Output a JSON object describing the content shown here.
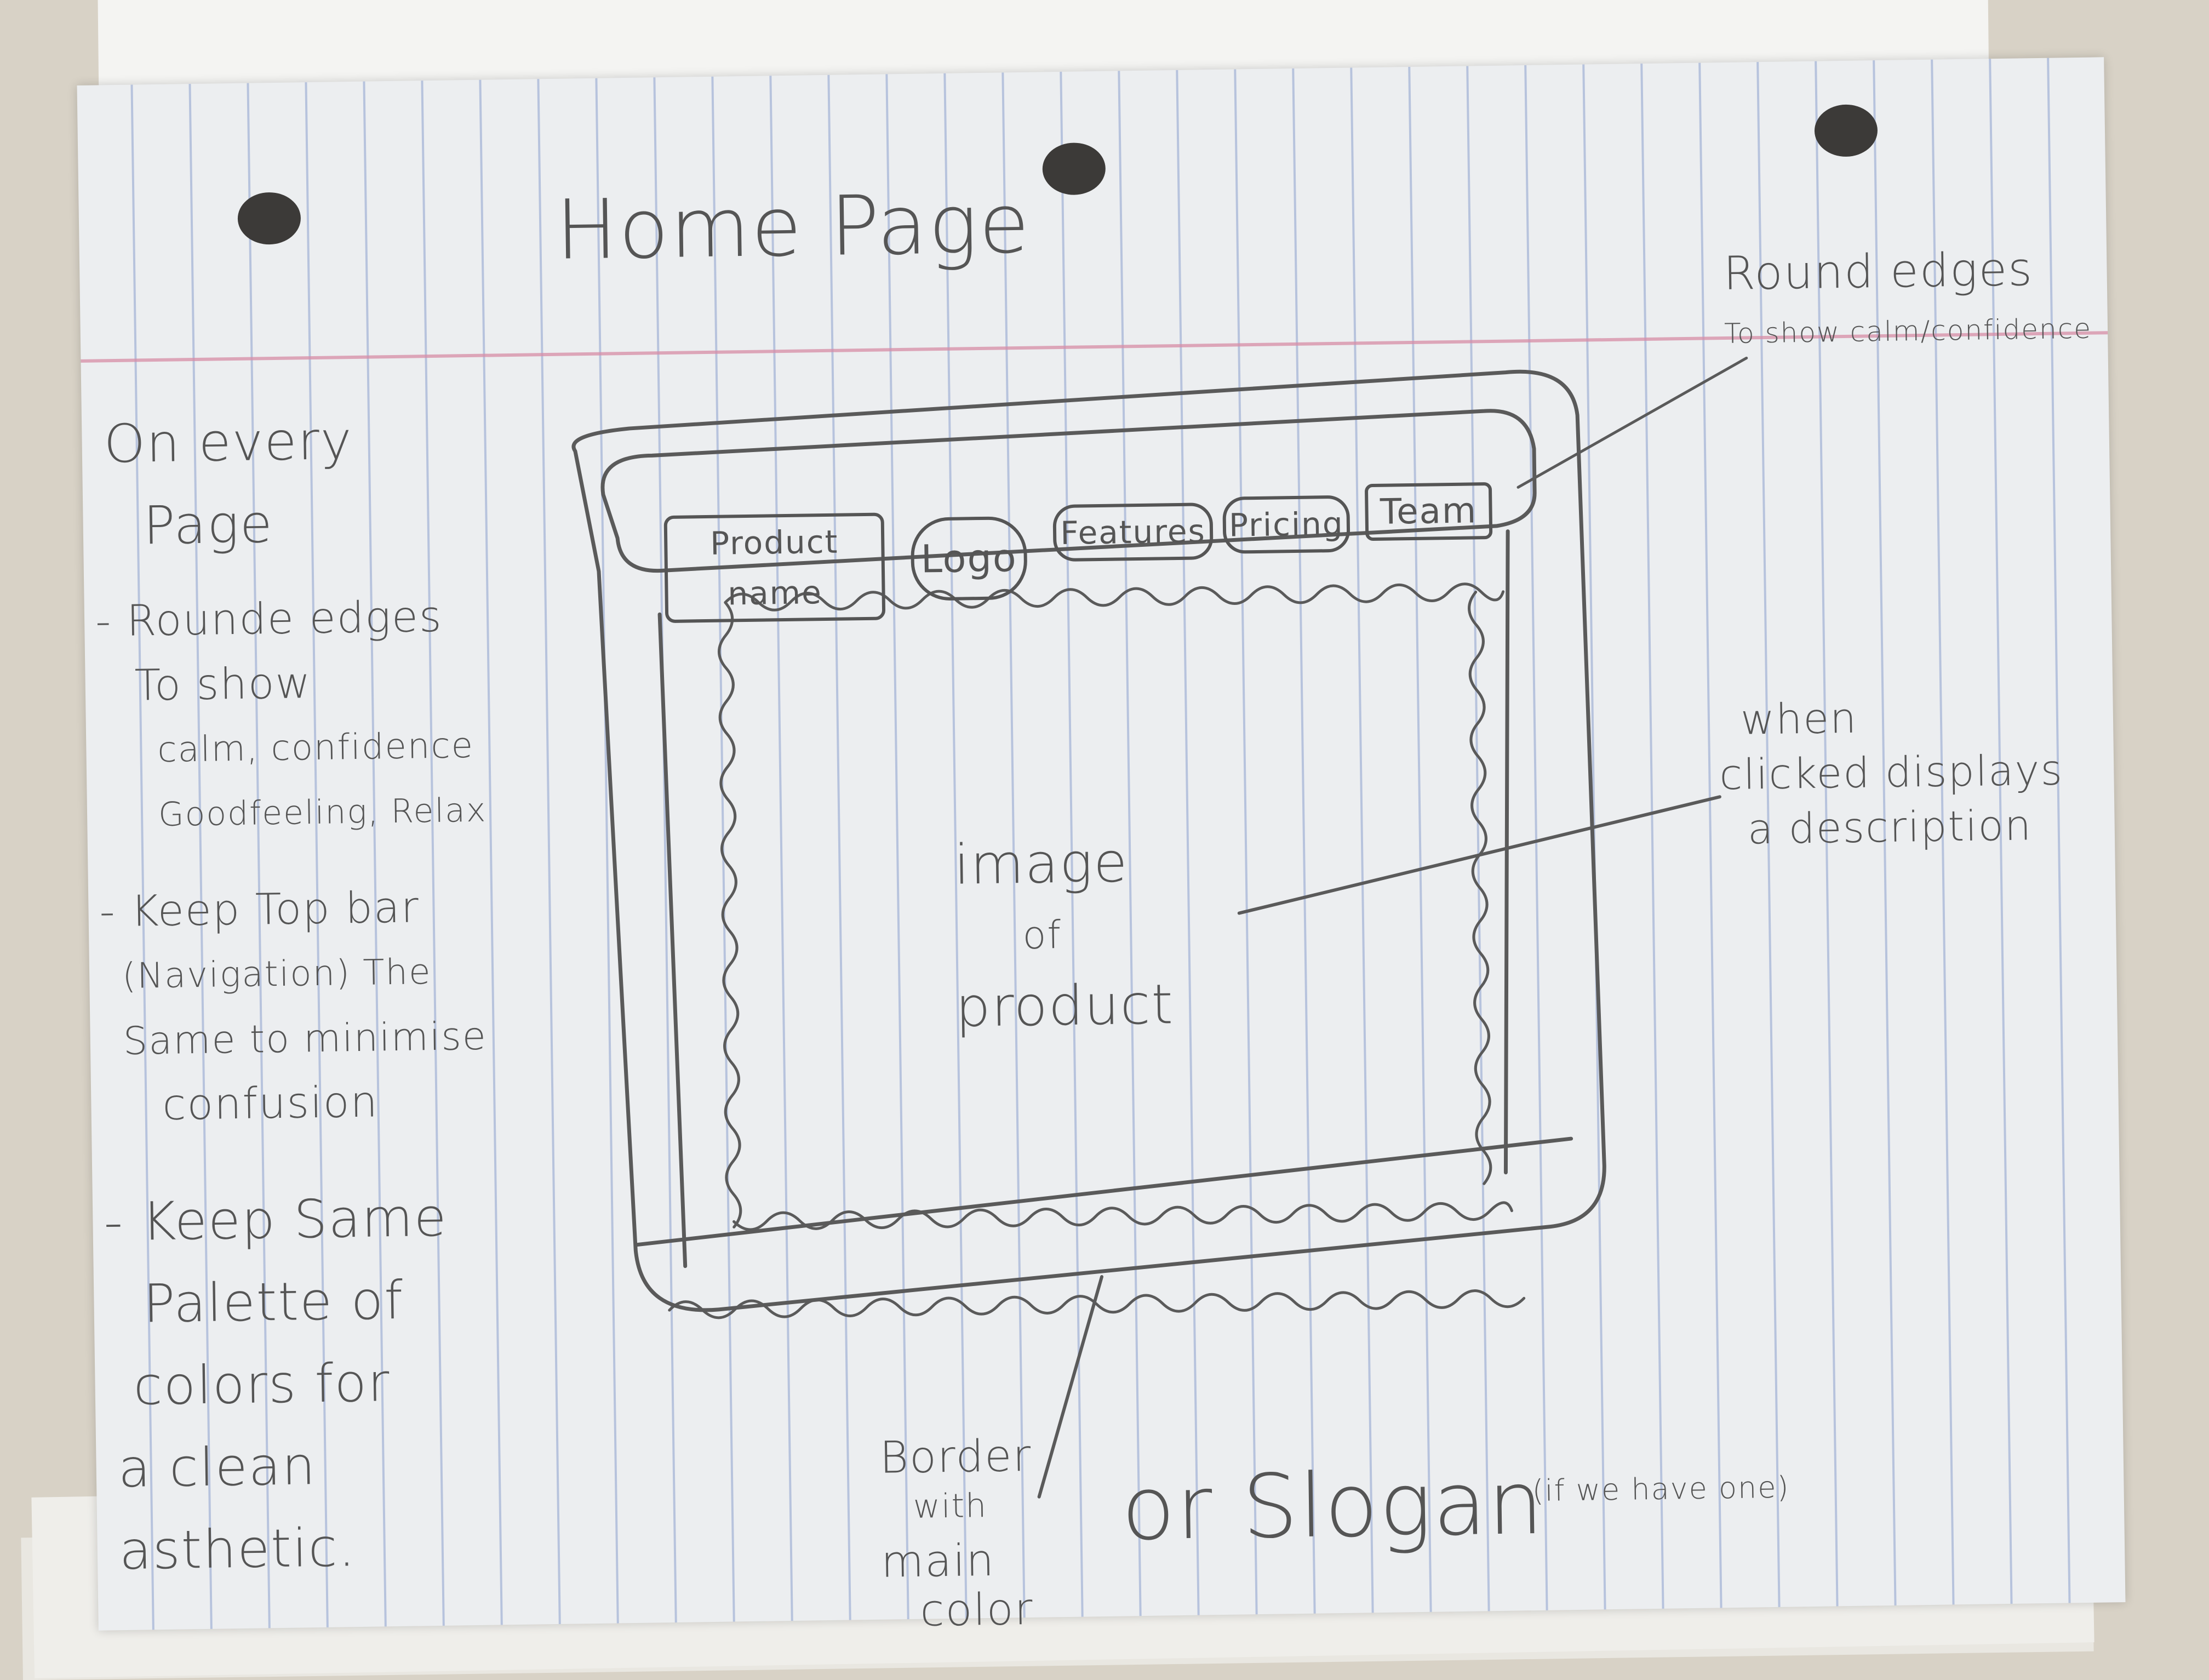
{
  "page": {
    "title": "Home Page",
    "margin_notes": {
      "heading": [
        "On every",
        "Page"
      ],
      "bullets": [
        {
          "lines": [
            "- Rounde edges",
            "To show",
            "calm, confidence",
            "Goodfeeling, Relax"
          ]
        },
        {
          "lines": [
            "- Keep Top bar",
            "(Navigation) The",
            "Same to minimise",
            "confusion"
          ]
        },
        {
          "lines": [
            "- Keep Same",
            "Palette of",
            "colors for",
            "a clean",
            "asthetic."
          ]
        }
      ]
    },
    "nav": {
      "product_name": "Product name",
      "logo": "Logo",
      "features": "Features",
      "pricing": "Pricing",
      "team": "Team"
    },
    "image_placeholder": [
      "image",
      "of",
      "product"
    ],
    "annotations": {
      "round_edges": [
        "Round edges",
        "To show calm/confidence"
      ],
      "click_description": [
        "when",
        "clicked displays",
        "a description"
      ],
      "border": [
        "Border",
        "with",
        "main",
        "color"
      ],
      "slogan": "or Slogan",
      "slogan_note": "(if we have one)"
    }
  },
  "colors": {
    "pencil": "#555555",
    "paper": "#eceef0",
    "rule_line": "#8ca0cd",
    "margin_line": "#d78ca5",
    "background": "#d8d2c6"
  }
}
